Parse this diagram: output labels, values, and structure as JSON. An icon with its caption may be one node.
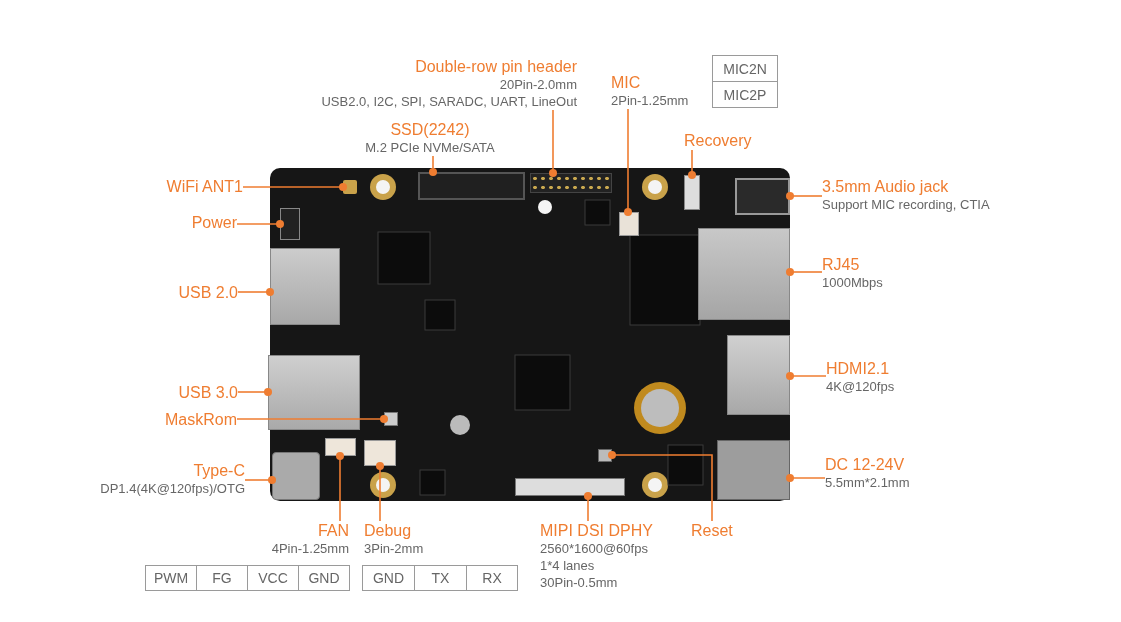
{
  "diagram": {
    "nodes": [
      {
        "text": [
          "Double-row pin header",
          "20Pin-2.0mm",
          "USB2.0, I2C, SPI, SARADC, UART, LineOut"
        ]
      },
      {
        "text": [
          "MIC",
          "2Pin-1.25mm"
        ]
      },
      {
        "text": [
          "SSD(2242)",
          "M.2 PCIe NVMe/SATA"
        ]
      },
      {
        "text": [
          "Recovery"
        ]
      },
      {
        "text": [
          "WiFi ANT1"
        ]
      },
      {
        "text": [
          "3.5mm Audio jack",
          "Support MIC recording, CTIA"
        ]
      },
      {
        "text": [
          "Power"
        ]
      },
      {
        "text": [
          "USB 2.0"
        ]
      },
      {
        "text": [
          "RJ45",
          "1000Mbps"
        ]
      },
      {
        "text": [
          "HDMI2.1",
          "4K@120fps"
        ]
      },
      {
        "text": [
          "USB 3.0"
        ]
      },
      {
        "text": [
          "MaskRom"
        ]
      },
      {
        "text": [
          "Type-C",
          "DP1.4(4K@120fps)/OTG"
        ]
      },
      {
        "text": [
          "DC 12-24V",
          "5.5mm*2.1mm"
        ]
      },
      {
        "text": [
          "FAN",
          "4Pin-1.25mm"
        ]
      },
      {
        "text": [
          "Debug",
          "3Pin-2mm"
        ]
      },
      {
        "text": [
          "MIPI DSI DPHY",
          "2560*1600@60fps",
          "1*4 lanes",
          "30Pin-0.5mm"
        ]
      },
      {
        "text": [
          "Reset"
        ]
      },
      {
        "text": [],
        "shape": "picture"
      },
      {
        "text": [],
        "shape": "box",
        "in": 18
      },
      {
        "text": [],
        "shape": "box",
        "in": 18
      },
      {
        "text": [],
        "shape": "box",
        "in": 18
      },
      {
        "text": [],
        "shape": "box",
        "in": 18
      },
      {
        "text": [],
        "shape": "box",
        "in": 18
      },
      {
        "text": [],
        "shape": "box",
        "in": 18
      },
      {
        "text": [],
        "shape": "box",
        "in": 18
      },
      {
        "text": [],
        "shape": "box",
        "in": 18
      },
      {
        "text": [],
        "shape": "box",
        "in": 18
      },
      {
        "text": [],
        "shape": "box",
        "in": 18
      },
      {
        "text": [],
        "shape": "box",
        "in": 18
      },
      {
        "text": [],
        "shape": "box",
        "in": 18
      },
      {
        "text": [],
        "shape": "box",
        "in": 18
      },
      {
        "text": [],
        "shape": "box",
        "in": 18
      },
      {
        "text": [],
        "shape": "box",
        "in": 18
      },
      {
        "text": [],
        "shape": "box",
        "in": 18
      },
      {
        "text": [],
        "shape": "box",
        "in": 18
      },
      {
        "text": [],
        "shape": "box",
        "in": 18
      }
    ],
    "edges": [
      {
        "from": 0,
        "to": 19,
        "arrow": "other"
      },
      {
        "from": 1,
        "to": 20,
        "arrow": "other"
      },
      {
        "from": 2,
        "to": 21,
        "arrow": "other"
      },
      {
        "from": 3,
        "to": 22,
        "arrow": "other"
      },
      {
        "from": 4,
        "to": 23,
        "arrow": "other"
      },
      {
        "from": 5,
        "to": 24,
        "arrow": "other"
      },
      {
        "from": 6,
        "to": 25,
        "arrow": "other"
      },
      {
        "from": 7,
        "to": 26,
        "arrow": "other"
      },
      {
        "from": 8,
        "to": 27,
        "arrow": "other"
      },
      {
        "from": 9,
        "to": 28,
        "arrow": "other"
      },
      {
        "from": 10,
        "to": 29,
        "arrow": "other"
      },
      {
        "from": 11,
        "to": 30,
        "arrow": "other"
      },
      {
        "from": 12,
        "to": 31,
        "arrow": "other"
      },
      {
        "from": 13,
        "to": 32,
        "arrow": "other"
      },
      {
        "from": 14,
        "to": 33,
        "arrow": "other"
      },
      {
        "from": 15,
        "to": 34,
        "arrow": "other"
      },
      {
        "from": 16,
        "to": 35,
        "arrow": "other"
      },
      {
        "from": 17,
        "to": 36,
        "arrow": "other"
      }
    ],
    "labels": [
      "MIC2N",
      "MIC2P",
      "PWM",
      "FG",
      "VCC",
      "GND",
      "GND",
      "TX",
      "RX"
    ]
  }
}
